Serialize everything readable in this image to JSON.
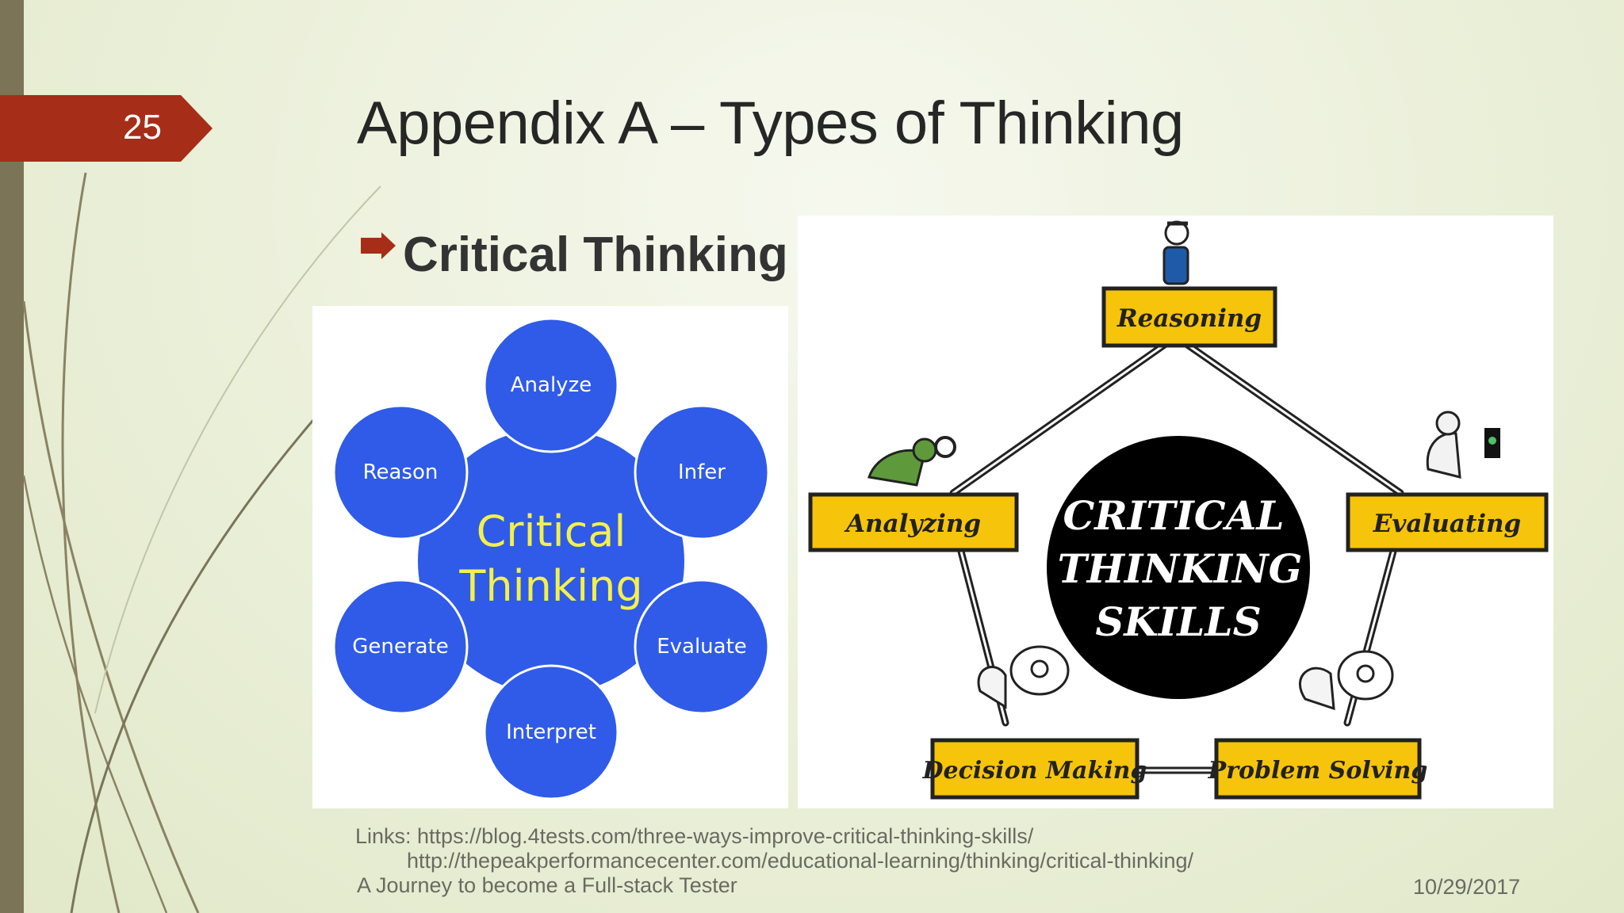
{
  "slide": {
    "number": "25",
    "title": "Appendix A – Types of Thinking"
  },
  "bullet": {
    "text": "Critical Thinking",
    "icon": "arrow-bullet-icon"
  },
  "wheel": {
    "center": [
      "Critical",
      "Thinking"
    ],
    "spokes": [
      "Analyze",
      "Infer",
      "Evaluate",
      "Interpret",
      "Generate",
      "Reason"
    ]
  },
  "pentagon": {
    "center": [
      "CRITICAL",
      "THINKING",
      "SKILLS"
    ],
    "skills": [
      "Reasoning",
      "Analyzing",
      "Evaluating",
      "Decision Making",
      "Problem Solving"
    ]
  },
  "links": {
    "line1": "Links: https://blog.4tests.com/three-ways-improve-critical-thinking-skills/",
    "line2": "http://thepeakperformancecenter.com/educational-learning/thinking/critical-thinking/"
  },
  "footer": {
    "left": "A Journey to become a Full-stack Tester",
    "date": "10/29/2017"
  },
  "colors": {
    "accent": "#a62e18",
    "wheel_blue": "#2f5be8",
    "wheel_center_text": "#f4f04a",
    "skill_box": "#f6c40a"
  }
}
